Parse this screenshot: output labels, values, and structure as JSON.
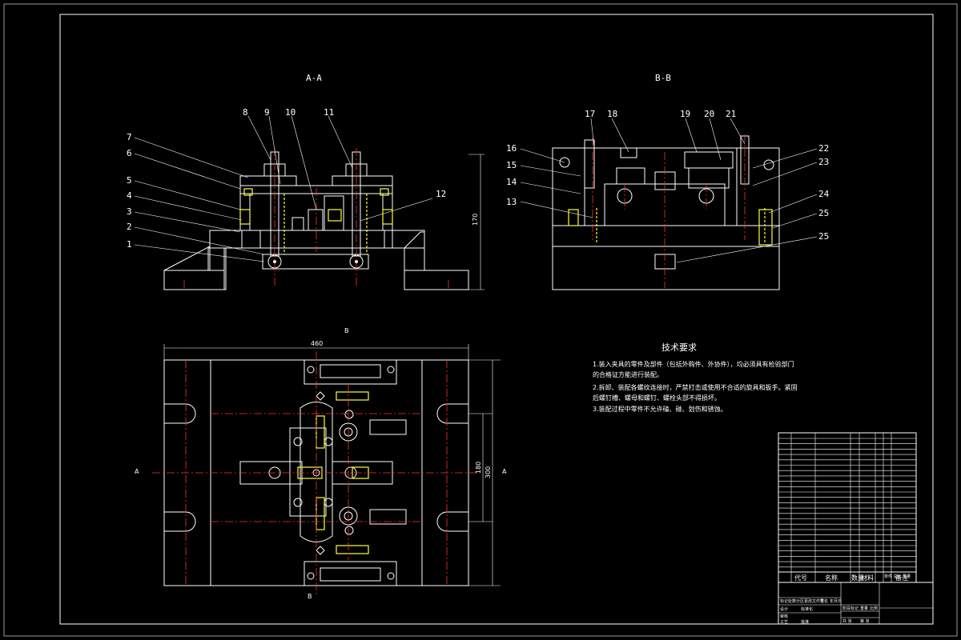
{
  "views": {
    "section_aa": {
      "title": "A-A",
      "dim_height": "170"
    },
    "section_bb": {
      "title": "B-B"
    },
    "plan": {
      "dim_width": "460",
      "dim_h1": "180",
      "dim_h2": "300",
      "marker_b_top": "B",
      "marker_b_bottom": "B",
      "marker_a_left": "A",
      "marker_a_right": "A"
    }
  },
  "callouts_aa": [
    "1",
    "2",
    "3",
    "4",
    "5",
    "6",
    "7",
    "8",
    "9",
    "10",
    "11",
    "12"
  ],
  "callouts_bb": [
    "13",
    "14",
    "15",
    "16",
    "17",
    "18",
    "19",
    "20",
    "21",
    "22",
    "23",
    "24",
    "25",
    "25"
  ],
  "tech_req": {
    "title": "技术要求",
    "items": [
      "1.装入夹具的零件及部件（包括外购件、外协件），均必须具有检验部门",
      "的合格证方能进行装配。",
      "2.拆卸、装配各螺纹连接时，严禁打击或使用不合适的旋具和扳手。紧固",
      "后螺钉槽、螺母和螺钉、螺栓头部不得损坏。",
      "3.装配过程中零件不允许磕、碰、划伤和锈蚀。"
    ]
  },
  "bom_header": {
    "code": "代号",
    "name": "名称",
    "qty": "数量",
    "material": "材料",
    "weight": "单件 总计\n重量",
    "remark": "备注"
  },
  "title_block": {
    "labels": [
      "标记",
      "处数",
      "分区",
      "更改文件号",
      "签名",
      "年月日",
      "设计",
      "标准化",
      "审核",
      "工艺",
      "批准",
      "阶段标记",
      "重量",
      "比例",
      "共 张",
      "第 张"
    ]
  },
  "colors": {
    "outline": "#ffffff",
    "hidden": "#ffff33",
    "center": "#ff3030",
    "background": "#000000"
  }
}
